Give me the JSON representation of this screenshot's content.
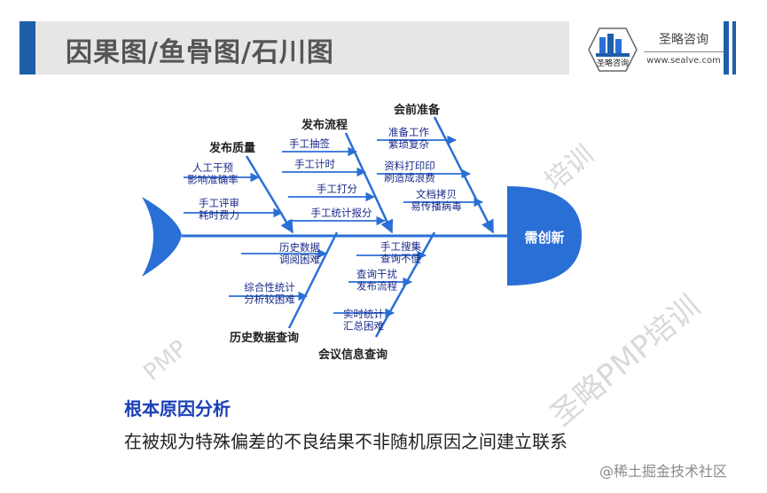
{
  "title": "因果图/鱼骨图/石川图",
  "brand": {
    "logo_text": "圣略咨询",
    "name": "圣略咨询",
    "url": "www.sealve.com"
  },
  "fishbone": {
    "head": "需创新",
    "categories": [
      {
        "name": "发布质量",
        "causes": [
          "人工干预\n影响准确率",
          "手工评审\n耗时费力"
        ]
      },
      {
        "name": "发布流程",
        "causes": [
          "手工抽签",
          "手工计时",
          "手工打分",
          "手工统计报分"
        ]
      },
      {
        "name": "会前准备",
        "causes": [
          "准备工作\n繁琐复杂",
          "资料打印印\n刷造成浪费",
          "文档拷贝\n易传播病毒"
        ]
      },
      {
        "name": "历史数据查询",
        "causes": [
          "历史数据\n调阅困难",
          "综合性统计\n分析较困难"
        ]
      },
      {
        "name": "会议信息查询",
        "causes": [
          "手工搜集\n查询不便",
          "查询干扰\n发布流程",
          "实时统计\n汇总困难"
        ]
      }
    ]
  },
  "watermarks": [
    "圣略PMP培训",
    "培训",
    "PMP"
  ],
  "analysis": {
    "heading": "根本原因分析",
    "text": "在被规为特殊偏差的不良结果不非随机原因之间建立联系"
  },
  "footer": "@稀土掘金技术社区",
  "colors": {
    "accent": "#1f5ea8",
    "bone": "#2a6fd6",
    "heading": "#1a3fb8"
  }
}
